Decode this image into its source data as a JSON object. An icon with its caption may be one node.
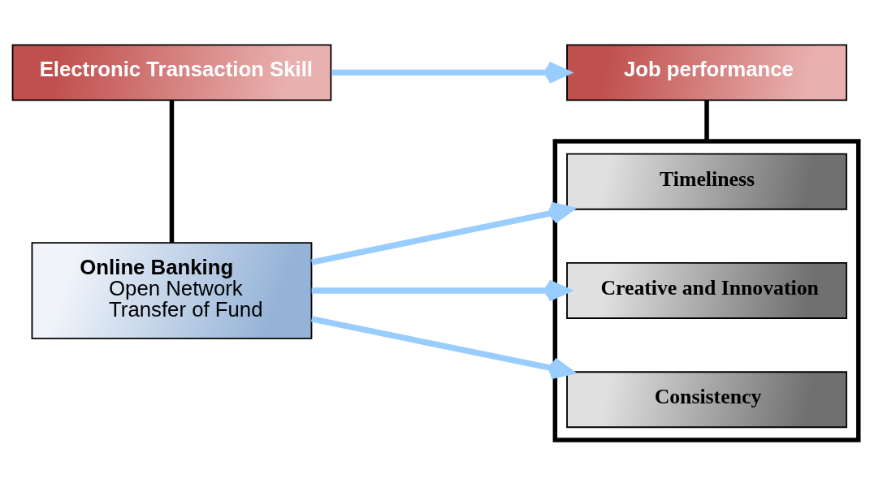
{
  "diagram": {
    "nodes": [
      {
        "text": [
          "Electronic Transaction Skill"
        ]
      },
      {
        "text": [
          "Job performance"
        ]
      },
      {
        "text": [
          "Online Banking",
          "Open Network",
          "Transfer of Fund"
        ]
      },
      {
        "text": [],
        "shape": "box"
      },
      {
        "text": [
          "Timeliness"
        ],
        "in": 3
      },
      {
        "text": [
          "Creative and Innovation"
        ],
        "in": 3
      },
      {
        "text": [
          "Consistency"
        ],
        "in": 3
      }
    ],
    "edges": [
      {
        "from": 0,
        "to": 1,
        "arrow": "to"
      },
      {
        "from": 0,
        "to": 2,
        "arrow": "none",
        "color": "#000000"
      },
      {
        "from": 1,
        "to": 3,
        "arrow": "none",
        "color": "#000000"
      },
      {
        "from": 2,
        "to": 4,
        "arrow": "to"
      },
      {
        "from": 2,
        "to": 5,
        "arrow": "to"
      },
      {
        "from": 2,
        "to": 6,
        "arrow": "to"
      }
    ]
  }
}
